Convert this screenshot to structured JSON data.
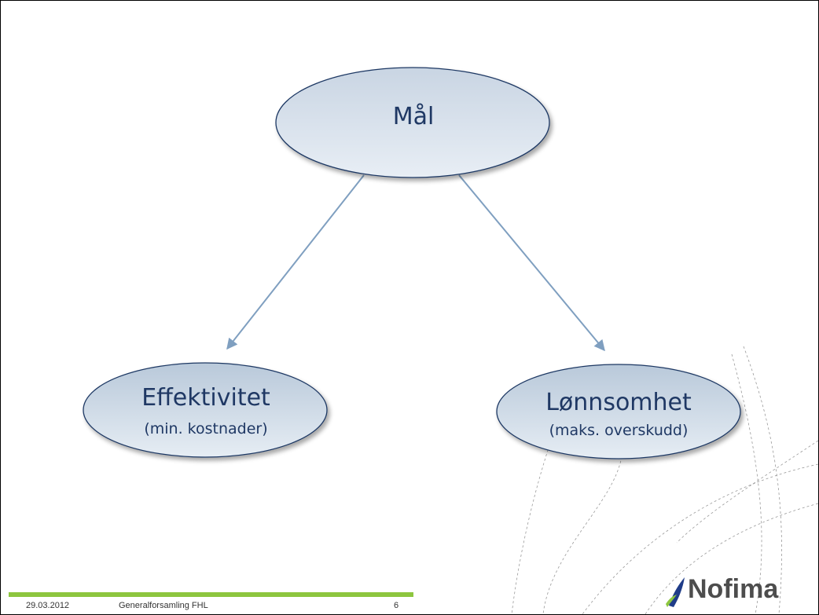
{
  "diagram": {
    "goal": "Mål",
    "left_node": {
      "title": "Effektivitet",
      "subtitle": "(min. kostnader)"
    },
    "right_node": {
      "title": "Lønnsomhet",
      "subtitle": "(maks. overskudd)"
    }
  },
  "footer": {
    "date": "29.03.2012",
    "title": "Generalforsamling FHL",
    "page": "6"
  },
  "logo": {
    "text": "Nofima"
  },
  "colors": {
    "node_fill_top": "#dce6f0",
    "node_fill_bottom": "#b8c9da",
    "node_border": "#1f3864",
    "text": "#1f3864",
    "arrow": "#7f9fc0",
    "footer_bar": "#8dc63f",
    "logo_accent": "#1f3c88",
    "logo_green": "#8dc63f"
  }
}
